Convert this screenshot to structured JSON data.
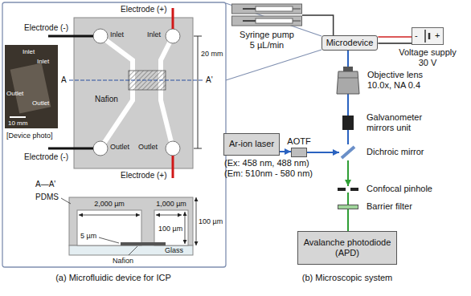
{
  "diagram": {
    "nodes": [
      {
        "text": [
          "Syringe pump",
          "5 µL/min"
        ]
      },
      {
        "text": [
          "Microdevice"
        ]
      },
      {
        "text": [
          "Voltage supply",
          "30 V"
        ]
      },
      {
        "text": [
          "Objective lens",
          "10.0x, NA 0.4"
        ]
      },
      {
        "text": [
          "Galvanometer mirrors unit"
        ]
      },
      {
        "text": [
          "Ar-ion laser",
          "(Ex: 458 nm, 488 nm)",
          "(Em: 510nm - 580 nm)"
        ]
      },
      {
        "text": [
          "AOTF"
        ]
      },
      {
        "text": [
          "Dichroic mirror"
        ]
      },
      {
        "text": [
          "Confocal pinhole"
        ]
      },
      {
        "text": [
          "Barrier filter"
        ]
      },
      {
        "text": [
          "Avalanche photodiode (APD)"
        ]
      }
    ],
    "edges": [
      {
        "from": 0,
        "to": 1,
        "arrow": "none"
      },
      {
        "from": 1,
        "to": 2,
        "arrow": "none"
      },
      {
        "from": 1,
        "to": 3,
        "arrow": "none"
      },
      {
        "from": 3,
        "to": 4,
        "arrow": "none"
      },
      {
        "from": 4,
        "to": 7,
        "arrow": "none"
      },
      {
        "from": 5,
        "to": 6,
        "arrow": "to"
      },
      {
        "from": 6,
        "to": 7,
        "arrow": "to"
      },
      {
        "from": 7,
        "to": 8,
        "arrow": "to"
      },
      {
        "from": 8,
        "to": 9,
        "arrow": "none"
      },
      {
        "from": 9,
        "to": 10,
        "arrow": "none"
      }
    ],
    "labels": [
      "Electrode (-)",
      "Electrode (+)",
      "Inlet",
      "Inlet",
      "Outlet",
      "Outlet",
      "10 mm",
      "[Device photo]",
      "Inlet",
      "Inlet",
      "20 mm",
      "A",
      "A'",
      "Nafion",
      "Electrode (-)",
      "Outlet",
      "Outlet",
      "Electrode (+)",
      "A—A'",
      "PDMS",
      "2,000 µm",
      "1,000 µm",
      "5 µm",
      "100 µm",
      "100 µm",
      "Nafion",
      "Glass",
      "(a) Microfluidic device for ICP",
      "-",
      "+",
      "(b) Microscopic system"
    ]
  }
}
